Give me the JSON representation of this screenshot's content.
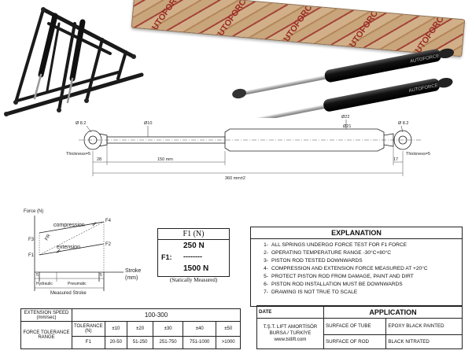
{
  "product": {
    "brand": "AUTOFORCE"
  },
  "drawing": {
    "dia_end_left": "Ø 8.2",
    "dia_rod": "Ø10",
    "dia_tube": "Ø22",
    "dia_tube2": "Ø21",
    "dia_end_right": "Ø 8.2",
    "thickness_left": "Thickness=5",
    "thickness_right": "Thickness=5",
    "dim_28": "28",
    "dim_150": "150 mm",
    "dim_17": "17",
    "dim_total": "360 mm±2"
  },
  "force_chart": {
    "ylabel": "Force (N)",
    "compression": "compression",
    "extension": "extension",
    "f1": "F1",
    "f2": "F2",
    "f3": "F3",
    "f4": "F4",
    "fr": "FR",
    "stroke": "Stroke",
    "stroke_unit": "(mm)",
    "tick5a": "5",
    "tick5b": "5",
    "hydraulic": "Hydraulic",
    "pneumatic": "Pneumatic",
    "measured_stroke": "Measured Stroke"
  },
  "f1_box": {
    "title": "F1 (N)",
    "label": "F1:",
    "min": "250 N",
    "dashes": "--------",
    "max": "1500 N",
    "note": "(Statically Measured)"
  },
  "explanation": {
    "title": "EXPLANATION",
    "items": [
      {
        "n": "1-",
        "text": "ALL SPRINGS UNDERGO FORCE TEST FOR F1 FORCE"
      },
      {
        "n": "2-",
        "text": "OPERATING TEMPERATURE RANGE   -30°C+80°C"
      },
      {
        "n": "3-",
        "text": "PISTON ROD TESTED DOWNWARDS"
      },
      {
        "n": "4-",
        "text": "COMPRESSION AND EXTENSION FORCE MEASURED AT +20°C"
      },
      {
        "n": "5-",
        "text": "PROTECT PISTON ROD FROM DAMAGE, PAINT AND DIRT"
      },
      {
        "n": "6-",
        "text": "PISTON ROD INSTALLATION MUST BE DOWNWARDS"
      },
      {
        "n": "7-",
        "text": "DRAWING IS NOT TRUE TO SCALE"
      }
    ]
  },
  "spec_table": {
    "speed_label": "EXTENSION SPEED (mm/sec)",
    "speed_value": "100-300",
    "tol_label": "FORCE TOLERANCE RANGE",
    "tol_header": "TOLERANCE (N)",
    "tol_row_label": "F1",
    "tolerances": [
      "±10",
      "±20",
      "±30",
      "±40",
      "±50"
    ],
    "ranges": [
      "20-50",
      "51-250",
      "251-750",
      "751-1000",
      ">1000"
    ]
  },
  "title_block": {
    "date_label": "DATE",
    "application_label": "APPLICATION",
    "company1": "T.Ş.T. LIFT AMORTİSÖR",
    "company2": "BURSA / TURKİYE",
    "website": "www.tstlift.com",
    "surface_tube_label": "SURFACE OF TUBE",
    "surface_tube_value": "EPOXY BLACK PAINTED",
    "surface_rod_label": "SURFACE OF ROD",
    "surface_rod_value": "BLACK NITRATED"
  }
}
